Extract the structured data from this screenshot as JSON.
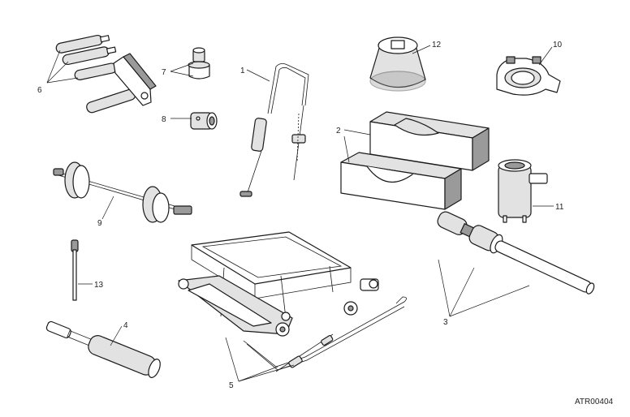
{
  "labels": {
    "l1": "1",
    "l2": "2",
    "l3": "3",
    "l4": "4",
    "l5": "5",
    "l6": "6",
    "l7": "7",
    "l8": "8",
    "l9": "9",
    "l10": "10",
    "l11": "11",
    "l12": "12",
    "l13": "13"
  },
  "reference": "ATR00404"
}
